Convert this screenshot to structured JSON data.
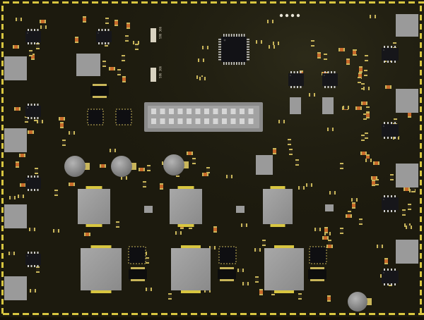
{
  "board": {
    "substrate_color": "#1c1a0e",
    "edge_rail_color": "#d8c640",
    "pad_color": "#c9b65a",
    "smd_body_color": "#c86a2a",
    "ic_body_color": "#16161a",
    "module_color": "#9a9a9a",
    "silkscreen_color": "#e8e4d6"
  },
  "labels": {
    "chip_label_a": "99C 90S",
    "chip_label_b": "99C 90S"
  },
  "indicators": {
    "top_status_dots": 4
  }
}
